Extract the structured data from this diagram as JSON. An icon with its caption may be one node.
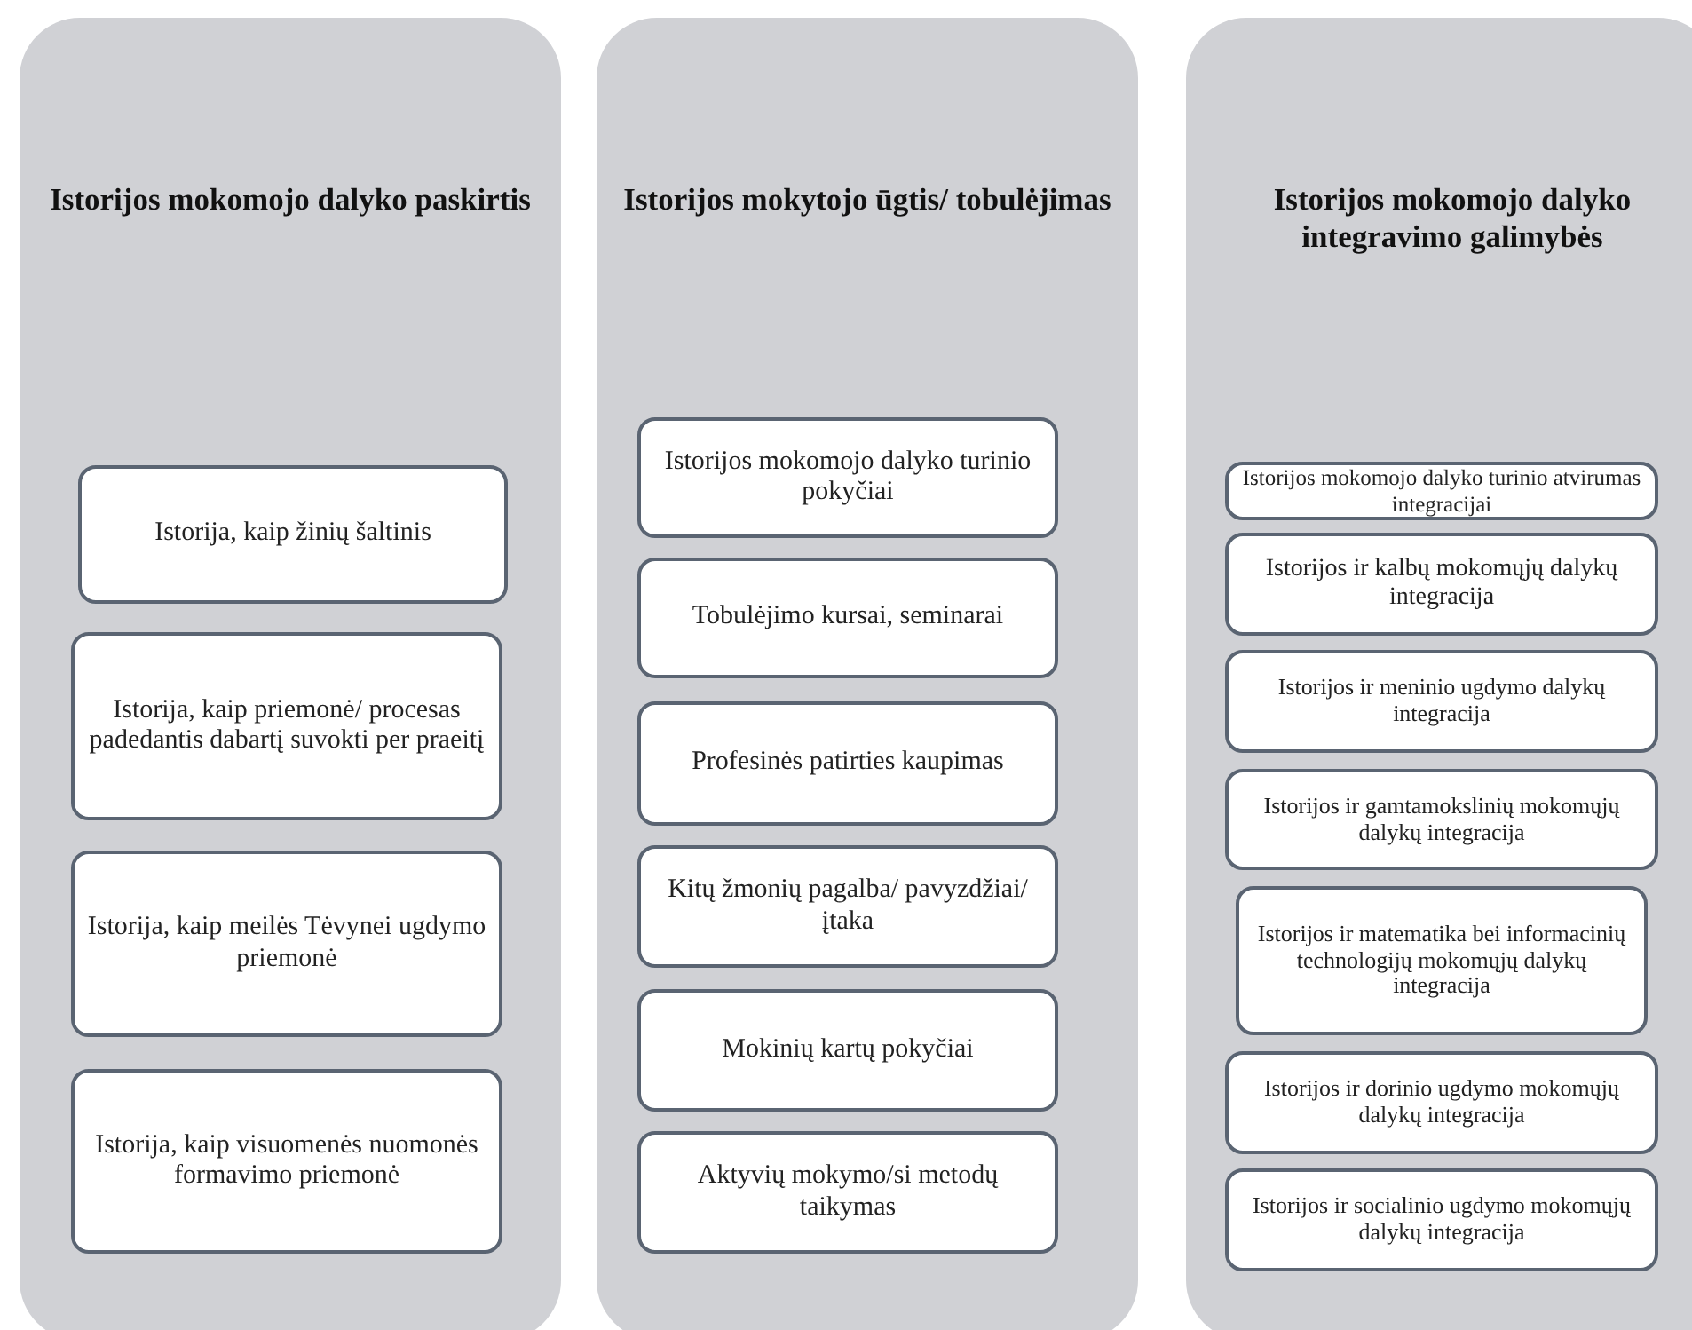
{
  "diagram": {
    "nodes": [
      {
        "text": [
          "Istorijos mokomojo dalyko paskirtis"
        ]
      },
      {
        "text": [
          "Istorija, kaip žinių šaltinis"
        ],
        "in": 0
      },
      {
        "text": [
          "Istorija, kaip priemonė/ procesas padedantis dabartį suvokti per praeitį"
        ],
        "in": 0
      },
      {
        "text": [
          "Istorija, kaip meilės Tėvynei ugdymo priemonė"
        ],
        "in": 0
      },
      {
        "text": [
          "Istorija, kaip visuomenės nuomonės formavimo priemonė"
        ],
        "in": 0
      },
      {
        "text": [
          "Istorijos mokytojo ūgtis/ tobulėjimas"
        ]
      },
      {
        "text": [
          "Istorijos mokomojo dalyko turinio pokyčiai"
        ],
        "in": 5
      },
      {
        "text": [
          "Tobulėjimo kursai, seminarai"
        ],
        "in": 5
      },
      {
        "text": [
          "Profesinės patirties kaupimas"
        ],
        "in": 5
      },
      {
        "text": [
          "Kitų žmonių pagalba/ pavyzdžiai/ įtaka"
        ],
        "in": 5
      },
      {
        "text": [
          "Mokinių kartų pokyčiai"
        ],
        "in": 5
      },
      {
        "text": [
          "Aktyvių mokymo/si metodų taikymas"
        ],
        "in": 5
      },
      {
        "text": [
          "Istorijos mokomojo dalyko integravimo galimybės"
        ]
      },
      {
        "text": [
          "Istorijos mokomojo dalyko turinio atvirumas integracijai"
        ],
        "in": 12
      },
      {
        "text": [
          "Istorijos ir kalbų mokomųjų dalykų integracija"
        ],
        "in": 12
      },
      {
        "text": [
          "Istorijos ir meninio ugdymo dalykų integracija"
        ],
        "in": 12
      },
      {
        "text": [
          "Istorijos ir gamtamokslinių mokomųjų dalykų integracija"
        ],
        "in": 12
      },
      {
        "text": [
          "Istorijos ir matematika bei informacinių technologijų mokomųjų dalykų integracija"
        ],
        "in": 12
      },
      {
        "text": [
          "Istorijos ir dorinio ugdymo mokomųjų dalykų integracija"
        ],
        "in": 12
      },
      {
        "text": [
          "Istorijos ir socialinio ugdymo mokomųjų dalykų integracija"
        ],
        "in": 12
      }
    ]
  }
}
